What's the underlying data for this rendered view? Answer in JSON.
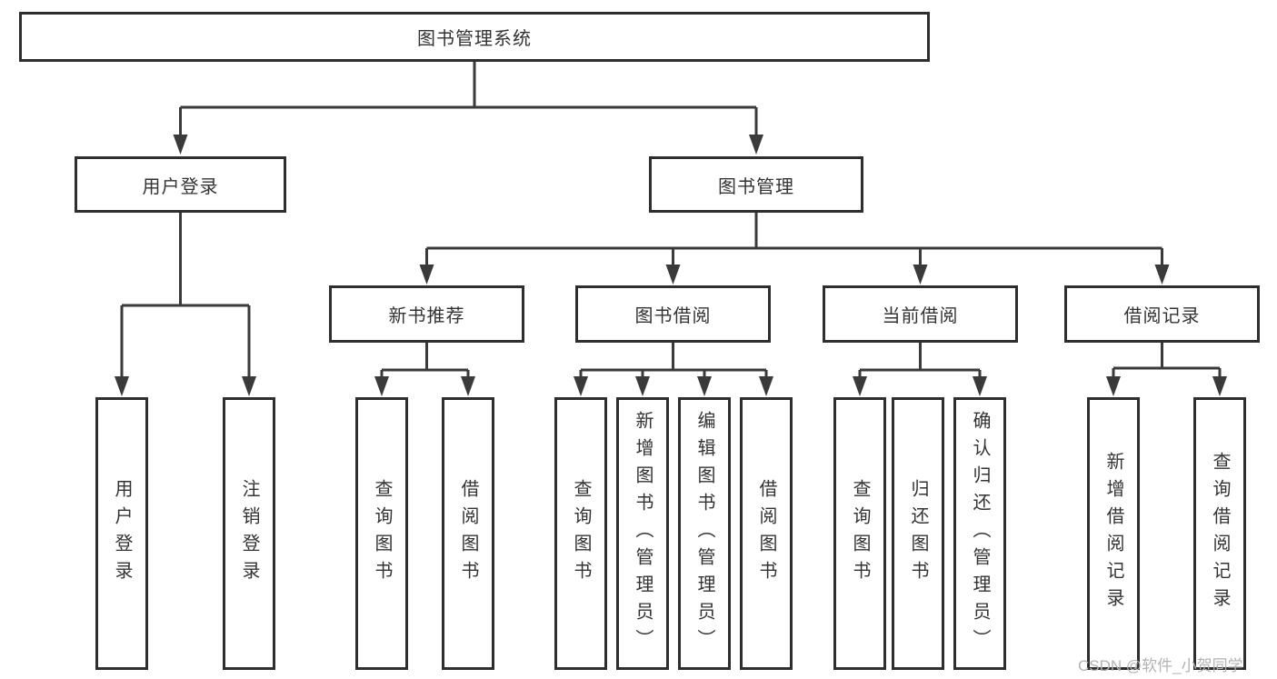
{
  "diagram": {
    "root": {
      "label": "图书管理系统"
    },
    "level2": [
      {
        "label": "用户登录"
      },
      {
        "label": "图书管理"
      }
    ],
    "level3": [
      {
        "label": "新书推荐"
      },
      {
        "label": "图书借阅"
      },
      {
        "label": "当前借阅"
      },
      {
        "label": "借阅记录"
      }
    ],
    "leaves": {
      "user_login": [
        {
          "label": "用户登录"
        },
        {
          "label": "注销登录"
        }
      ],
      "new_book_recommend": [
        {
          "label": "查询图书"
        },
        {
          "label": "借阅图书"
        }
      ],
      "book_borrow": [
        {
          "label": "查询图书"
        },
        {
          "label": "新增图书（管理员）"
        },
        {
          "label": "编辑图书（管理员）"
        },
        {
          "label": "借阅图书"
        }
      ],
      "current_borrow": [
        {
          "label": "查询图书"
        },
        {
          "label": "归还图书"
        },
        {
          "label": "确认归还（管理员）"
        }
      ],
      "borrow_record": [
        {
          "label": "新增借阅记录"
        },
        {
          "label": "查询借阅记录"
        }
      ]
    }
  },
  "watermark": {
    "text": "CSDN @软件_小贺同学"
  },
  "colors": {
    "line": "#3a3a3a",
    "box_border": "#2e2e2e",
    "text": "#333333",
    "watermark": "#b3b3b3",
    "background": "#ffffff"
  }
}
